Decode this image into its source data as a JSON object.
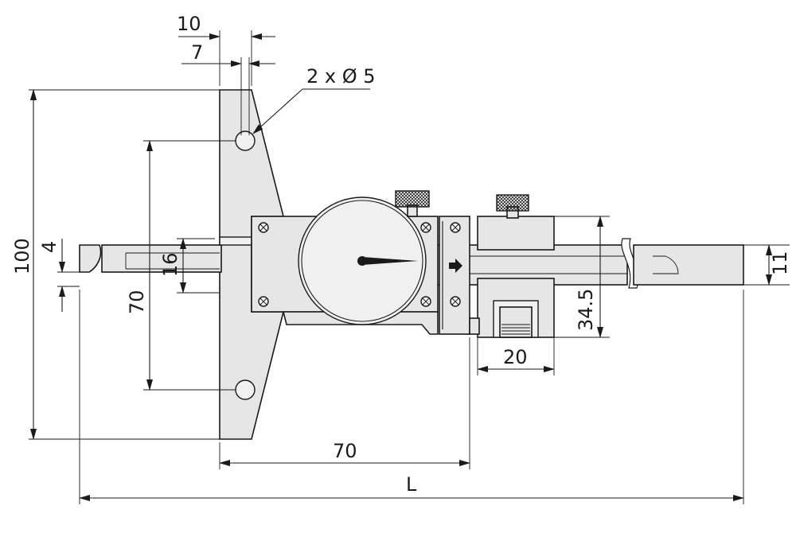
{
  "dimensions": {
    "top_width_outer": "10",
    "top_width_inner": "7",
    "hole_callout": "2 x Ø 5",
    "overall_height": "100",
    "rod_height": "4",
    "slot_height": "16",
    "hole_spacing": "70",
    "clamp_height": "34.5",
    "clamp_width": "20",
    "base_length": "70",
    "total_length": "L",
    "bar_height": "11"
  },
  "colors": {
    "part_fill": "#e6e6e6",
    "line": "#1a1a1a"
  }
}
